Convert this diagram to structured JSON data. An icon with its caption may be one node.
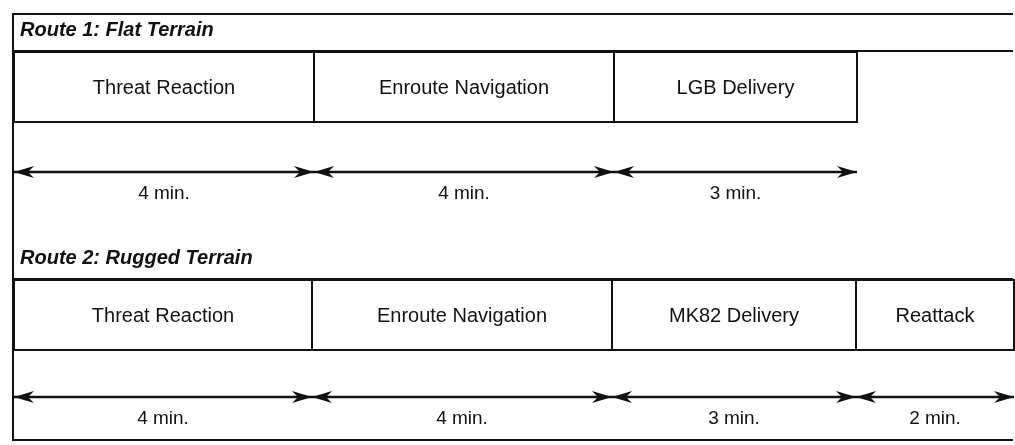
{
  "diagram": {
    "nodes": [
      {
        "text": [
          "Threat Reaction"
        ],
        "beside": [
          "4 min."
        ]
      },
      {
        "text": [
          "Enroute Navigation"
        ],
        "beside": [
          "4 min."
        ]
      },
      {
        "text": [
          "LGB Delivery"
        ],
        "beside": [
          "3 min."
        ]
      },
      {
        "text": [
          "Threat Reaction"
        ],
        "beside": [
          "4 min."
        ]
      },
      {
        "text": [
          "Enroute Navigation"
        ],
        "beside": [
          "4 min."
        ]
      },
      {
        "text": [
          "MK82 Delivery"
        ],
        "beside": [
          "3 min."
        ]
      },
      {
        "text": [
          "Reattack"
        ],
        "beside": [
          "2 min."
        ]
      }
    ],
    "labels": [
      "Route 1: Flat Terrain",
      "Route 2: Rugged Terrain"
    ]
  }
}
